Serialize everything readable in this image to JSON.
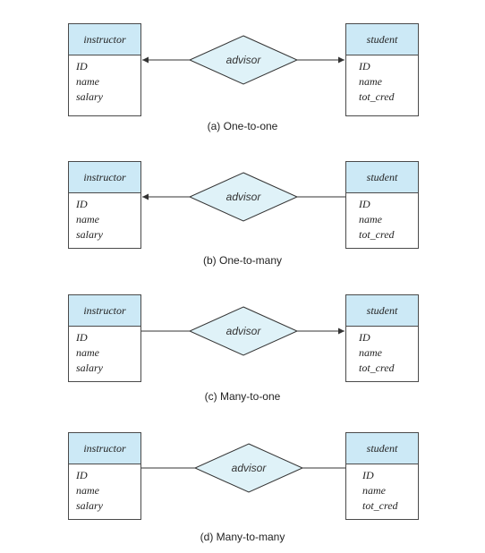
{
  "diagrams": [
    {
      "left_entity": {
        "name": "instructor",
        "attributes": [
          "ID",
          "name",
          "salary"
        ]
      },
      "right_entity": {
        "name": "student",
        "attributes": [
          "ID",
          "name",
          "tot_cred"
        ]
      },
      "relationship": "advisor",
      "left_arrow": true,
      "right_arrow": true,
      "caption": "(a) One-to-one"
    },
    {
      "left_entity": {
        "name": "instructor",
        "attributes": [
          "ID",
          "name",
          "salary"
        ]
      },
      "right_entity": {
        "name": "student",
        "attributes": [
          "ID",
          "name",
          "tot_cred"
        ]
      },
      "relationship": "advisor",
      "left_arrow": true,
      "right_arrow": false,
      "caption": "(b) One-to-many"
    },
    {
      "left_entity": {
        "name": "instructor",
        "attributes": [
          "ID",
          "name",
          "salary"
        ]
      },
      "right_entity": {
        "name": "student",
        "attributes": [
          "ID",
          "name",
          "tot_cred"
        ]
      },
      "relationship": "advisor",
      "left_arrow": false,
      "right_arrow": true,
      "caption": "(c) Many-to-one"
    },
    {
      "left_entity": {
        "name": "instructor",
        "attributes": [
          "ID",
          "name",
          "salary"
        ]
      },
      "right_entity": {
        "name": "student",
        "attributes": [
          "ID",
          "name",
          "tot_cred"
        ]
      },
      "relationship": "advisor",
      "left_arrow": false,
      "right_arrow": false,
      "caption": "(d) Many-to-many"
    }
  ],
  "colors": {
    "header_fill": "#cce9f6",
    "diamond_fill": "#dff2f8",
    "stroke": "#333333"
  }
}
